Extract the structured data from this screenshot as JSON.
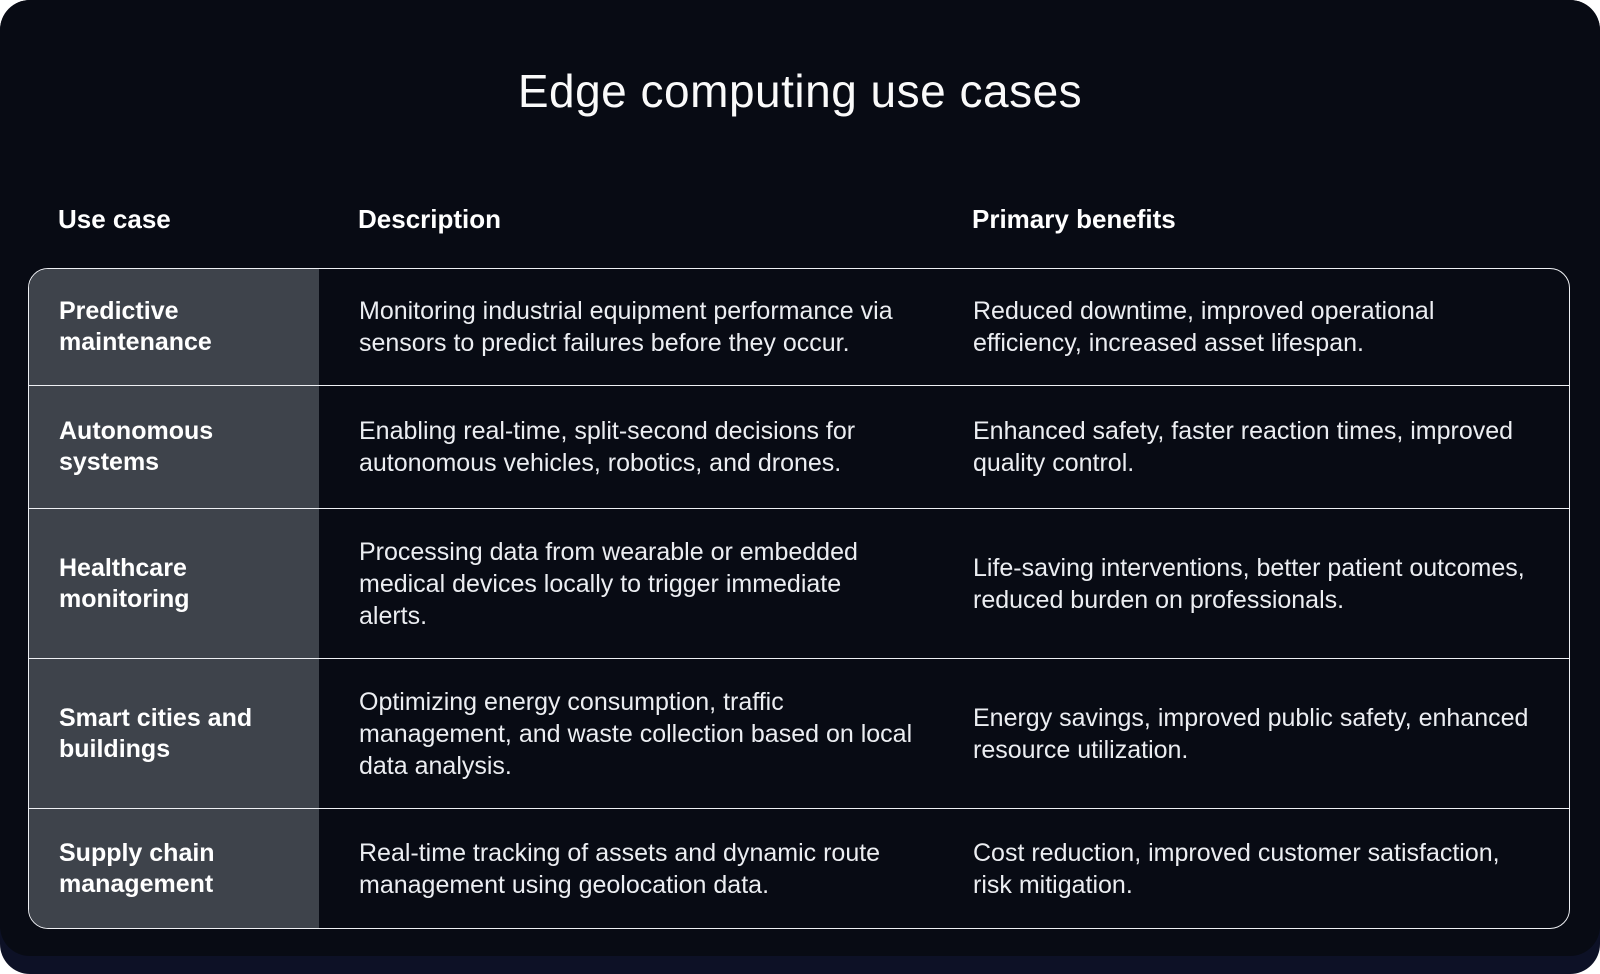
{
  "page": {
    "title": "Edge computing use cases"
  },
  "colors": {
    "background": "#080b14",
    "use_case_cell_background": "#3e434b",
    "table_border": "#eef0f4",
    "heading_text": "#ffffff",
    "body_text": "#eceef2"
  },
  "table": {
    "columns": [
      {
        "label": "Use case"
      },
      {
        "label": "Description"
      },
      {
        "label": "Primary benefits"
      }
    ],
    "rows": [
      {
        "use_case": "Predictive maintenance",
        "description": "Monitoring industrial equipment performance via sensors to predict failures before they occur.",
        "benefits": "Reduced downtime, improved operational efficiency, increased asset lifespan."
      },
      {
        "use_case": "Autonomous systems",
        "description": "Enabling real-time, split-second decisions for autonomous vehicles, robotics, and drones.",
        "benefits": "Enhanced safety, faster reaction times, improved quality control."
      },
      {
        "use_case": "Healthcare monitoring",
        "description": "Processing data from wearable or embedded medical devices locally to trigger immediate alerts.",
        "benefits": "Life-saving interventions, better patient outcomes, reduced burden on professionals."
      },
      {
        "use_case": "Smart cities and buildings",
        "description": "Optimizing energy consumption, traffic management, and waste collection based on local data analysis.",
        "benefits": "Energy savings, improved public safety, enhanced resource utilization."
      },
      {
        "use_case": "Supply chain management",
        "description": "Real-time tracking of assets and dynamic route management using geolocation data.",
        "benefits": "Cost reduction, improved customer satisfaction, risk mitigation."
      }
    ]
  }
}
